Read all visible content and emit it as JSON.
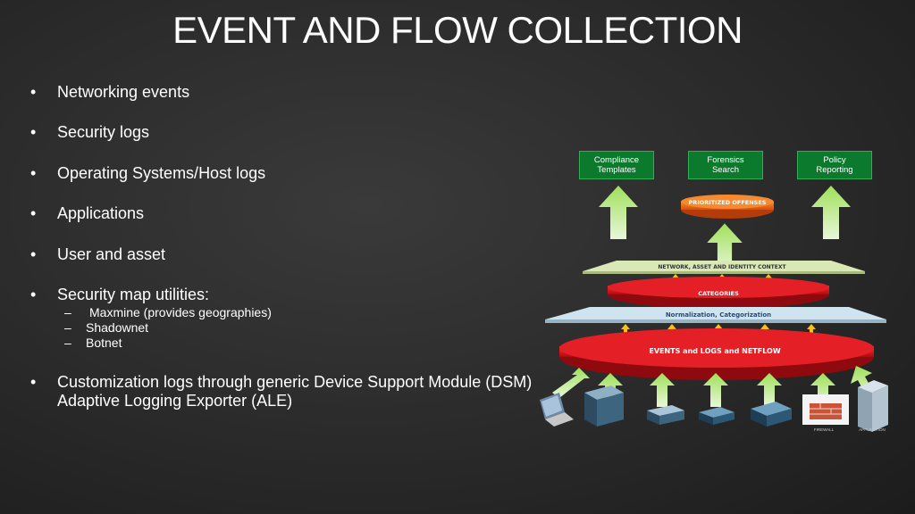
{
  "title": "EVENT AND FLOW COLLECTION",
  "bullets": [
    {
      "text": "Networking events"
    },
    {
      "text": "Security logs"
    },
    {
      "text": "Operating Systems/Host logs"
    },
    {
      "text": "Applications"
    },
    {
      "text": "User and asset"
    },
    {
      "text": "Security map utilities:",
      "subs": [
        "Maxmine (provides geographies)",
        "Shadownet",
        "Botnet"
      ]
    },
    {
      "text": "Customization logs through generic Device Support Module (DSM) Adaptive Logging Exporter (ALE)"
    }
  ],
  "diagram": {
    "top_boxes": [
      {
        "line1": "Compliance",
        "line2": "Templates"
      },
      {
        "line1": "Forensics",
        "line2": "Search"
      },
      {
        "line1": "Policy",
        "line2": "Reporting"
      }
    ],
    "prioritized": "PRIORITIZED OFFENSES",
    "context": "NETWORK, ASSET AND IDENTITY CONTEXT",
    "categories": "CATEGORIES",
    "normalization": "Normalization, Categorization",
    "events": "EVENTS and LOGS and NETFLOW",
    "device_labels": [
      "FIREWALL",
      "APPLICATION"
    ],
    "colors": {
      "green": "#0c7a2c",
      "red": "#e01a22",
      "orange": "#f26a1b",
      "arrow": "#8fd14f"
    }
  }
}
